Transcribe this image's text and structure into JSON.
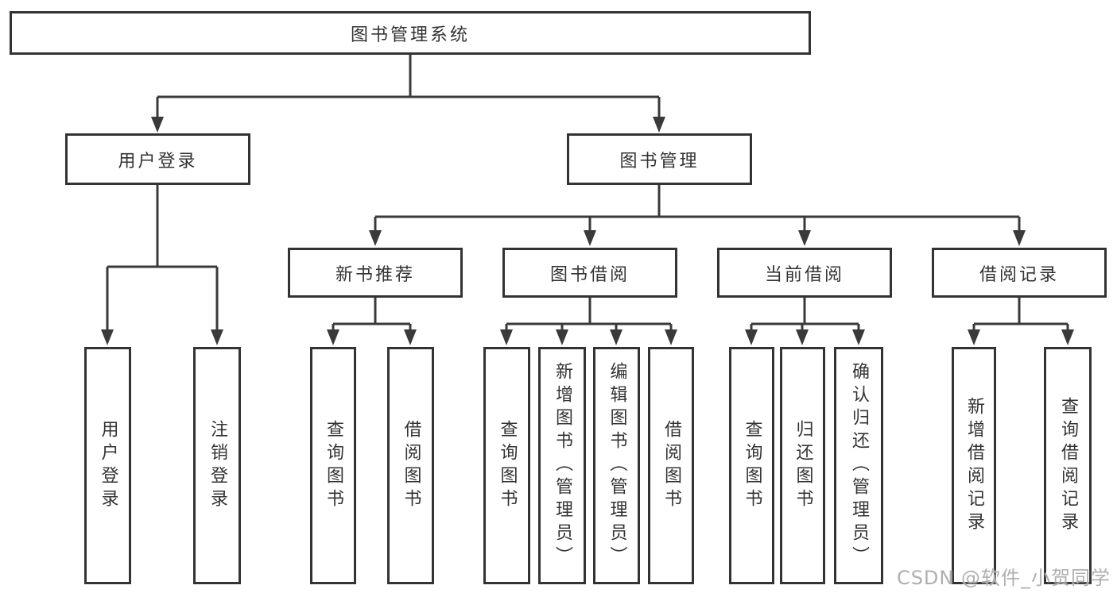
{
  "colors": {
    "line": "#3a3a3a",
    "box_border": "#333333",
    "text": "#333333",
    "watermark": "#a8a8a8",
    "background": "#ffffff"
  },
  "tree": {
    "root": {
      "label": "图书管理系统"
    },
    "branches": [
      {
        "label": "用户登录",
        "children": [
          {
            "label": "用户登录"
          },
          {
            "label": "注销登录"
          }
        ]
      },
      {
        "label": "图书管理",
        "children": [
          {
            "label": "新书推荐",
            "children": [
              {
                "label": "查询图书"
              },
              {
                "label": "借阅图书"
              }
            ]
          },
          {
            "label": "图书借阅",
            "children": [
              {
                "label": "查询图书"
              },
              {
                "label": "新增图书（管理员）"
              },
              {
                "label": "编辑图书（管理员）"
              },
              {
                "label": "借阅图书"
              }
            ]
          },
          {
            "label": "当前借阅",
            "children": [
              {
                "label": "查询图书"
              },
              {
                "label": "归还图书"
              },
              {
                "label": "确认归还（管理员）"
              }
            ]
          },
          {
            "label": "借阅记录",
            "children": [
              {
                "label": "新增借阅记录"
              },
              {
                "label": "查询借阅记录"
              }
            ]
          }
        ]
      }
    ]
  },
  "watermark": {
    "label": "CSDN @软件_小贺同学"
  }
}
